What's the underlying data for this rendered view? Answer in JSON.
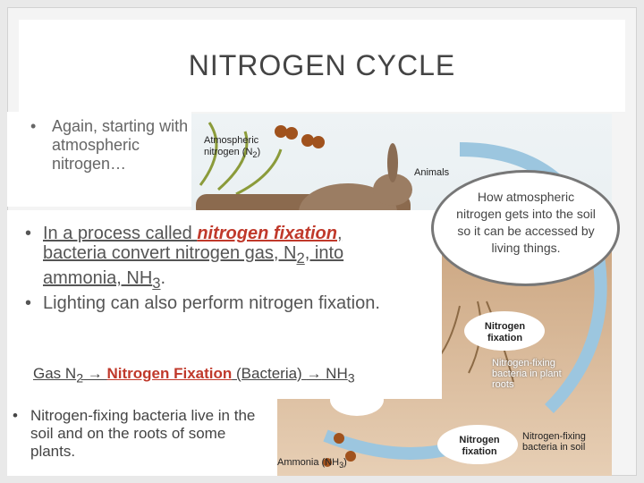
{
  "slide": {
    "title": "NITROGEN CYCLE"
  },
  "bullet1": {
    "marker": "•",
    "text": "Again, starting with atmospheric nitrogen…"
  },
  "bullet2": {
    "marker": "•",
    "pre": "In a process called ",
    "term": "nitrogen fixation",
    "post": ", bacteria convert nitrogen gas, N",
    "sub1": "2",
    "mid": ", into ammonia, NH",
    "sub2": "3",
    "end": "."
  },
  "bullet3": {
    "marker": "•",
    "text": "Lighting can also perform nitrogen fixation."
  },
  "equation": {
    "gas": "Gas N",
    "gas_sub": "2",
    "arrow1": " → ",
    "process": "Nitrogen Fixation",
    "bacteria": " (Bacteria) ",
    "arrow2": "→",
    "product": " NH",
    "product_sub": "3"
  },
  "bullet4": {
    "marker": "•",
    "text": "Nitrogen-fixing bacteria live in the soil and on the roots of some plants."
  },
  "callout": {
    "text": "How atmospheric nitrogen gets into the soil so it can be accessed by living things."
  },
  "diagram": {
    "atmospheric_label": "Atmospheric nitrogen (N",
    "atmospheric_sub": "2",
    "atmospheric_close": ")",
    "animals": "Animals",
    "fixation1": "Nitrogen fixation",
    "fixing_roots": "Nitrogen-fixing bacteria in plant roots",
    "fixation2": "Nitrogen fixation",
    "fixing_soil": "Nitrogen-fixing bacteria in soil",
    "ammonia": "Ammonia (NH",
    "ammonia_sub": "3",
    "ammonia_close": ")"
  }
}
